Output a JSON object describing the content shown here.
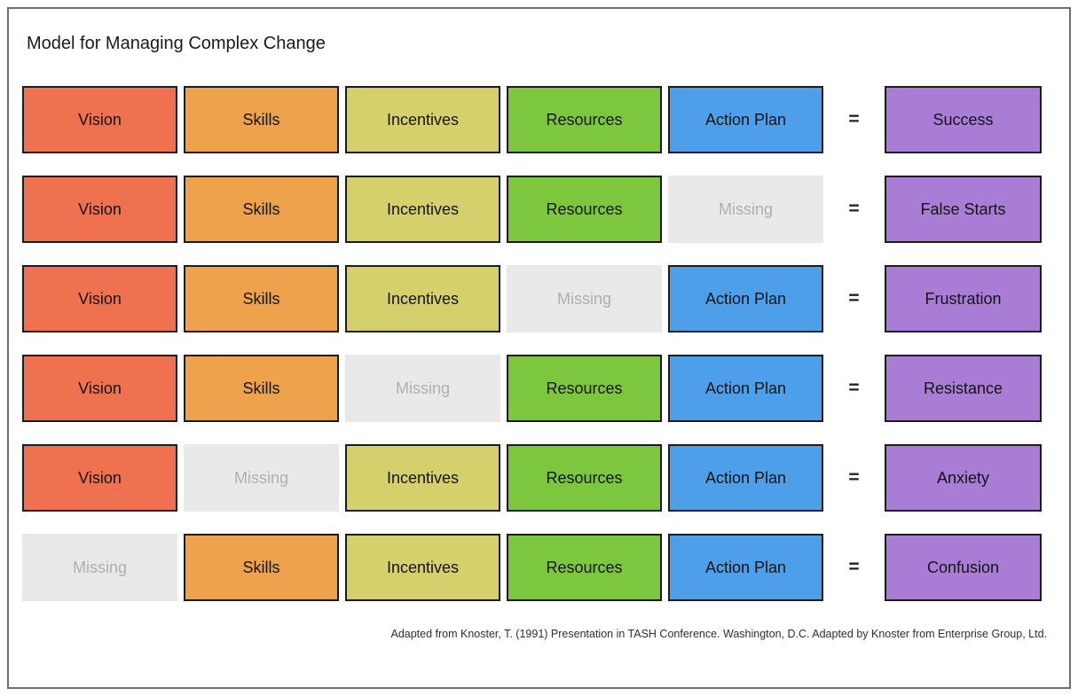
{
  "page": {
    "title": "Model for Managing Complex Change",
    "equals_symbol": "=",
    "footer": "Adapted from Knoster, T. (1991) Presentation in TASH Conference. Washington, D.C. Adapted by Knoster from Enterprise Group, Ltd."
  },
  "colors": {
    "vision": "#F0714F",
    "skills": "#EDA24B",
    "incentives": "#D5CF6C",
    "resources": "#7DC73E",
    "action": "#4C9FE8",
    "missing": "#E9E9E9",
    "result": "#A97CD6",
    "box_border": "#1C1C1C",
    "missing_text": "#AFAFB2",
    "frame_border": "#6E6E6E"
  },
  "rows": [
    {
      "cells": [
        {
          "label": "Vision",
          "type": "vision"
        },
        {
          "label": "Skills",
          "type": "skills"
        },
        {
          "label": "Incentives",
          "type": "incentives"
        },
        {
          "label": "Resources",
          "type": "resources"
        },
        {
          "label": "Action Plan",
          "type": "action"
        }
      ],
      "result": {
        "label": "Success",
        "type": "result"
      }
    },
    {
      "cells": [
        {
          "label": "Vision",
          "type": "vision"
        },
        {
          "label": "Skills",
          "type": "skills"
        },
        {
          "label": "Incentives",
          "type": "incentives"
        },
        {
          "label": "Resources",
          "type": "resources"
        },
        {
          "label": "Missing",
          "type": "missing"
        }
      ],
      "result": {
        "label": "False Starts",
        "type": "result"
      }
    },
    {
      "cells": [
        {
          "label": "Vision",
          "type": "vision"
        },
        {
          "label": "Skills",
          "type": "skills"
        },
        {
          "label": "Incentives",
          "type": "incentives"
        },
        {
          "label": "Missing",
          "type": "missing"
        },
        {
          "label": "Action Plan",
          "type": "action"
        }
      ],
      "result": {
        "label": "Frustration",
        "type": "result"
      }
    },
    {
      "cells": [
        {
          "label": "Vision",
          "type": "vision"
        },
        {
          "label": "Skills",
          "type": "skills"
        },
        {
          "label": "Missing",
          "type": "missing"
        },
        {
          "label": "Resources",
          "type": "resources"
        },
        {
          "label": "Action Plan",
          "type": "action"
        }
      ],
      "result": {
        "label": "Resistance",
        "type": "result"
      }
    },
    {
      "cells": [
        {
          "label": "Vision",
          "type": "vision"
        },
        {
          "label": "Missing",
          "type": "missing"
        },
        {
          "label": "Incentives",
          "type": "incentives"
        },
        {
          "label": "Resources",
          "type": "resources"
        },
        {
          "label": "Action Plan",
          "type": "action"
        }
      ],
      "result": {
        "label": "Anxiety",
        "type": "result"
      }
    },
    {
      "cells": [
        {
          "label": "Missing",
          "type": "missing"
        },
        {
          "label": "Skills",
          "type": "skills"
        },
        {
          "label": "Incentives",
          "type": "incentives"
        },
        {
          "label": "Resources",
          "type": "resources"
        },
        {
          "label": "Action Plan",
          "type": "action"
        }
      ],
      "result": {
        "label": "Confusion",
        "type": "result"
      }
    }
  ]
}
